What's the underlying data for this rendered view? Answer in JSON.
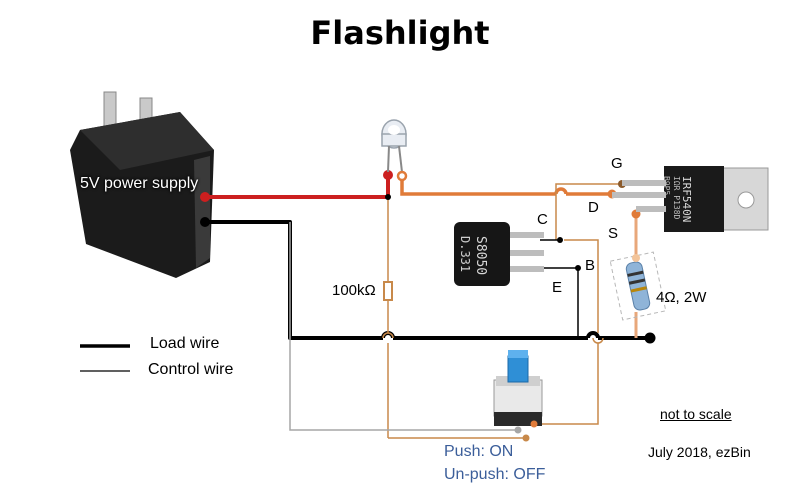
{
  "title": "Flashlight",
  "labels": {
    "power_supply": "5V power supply",
    "resistor_100k": "100kΩ",
    "resistor_4": "4Ω, 2W",
    "mosfet_g": "G",
    "mosfet_d": "D",
    "mosfet_s": "S",
    "mosfet_marking_1": "IRF540N",
    "mosfet_marking_2": "IΩR P138D",
    "mosfet_marking_3": "B9P5",
    "transistor_c": "C",
    "transistor_b": "B",
    "transistor_e": "E",
    "transistor_marking_1": "S8050",
    "transistor_marking_2": "D.331",
    "push_on": "Push: ON",
    "unpush_off": "Un-push: OFF",
    "not_to_scale": "not to scale",
    "credit": "July 2018, ezBin"
  },
  "legend": {
    "load_wire": "Load wire",
    "control_wire": "Control wire"
  },
  "colors": {
    "load_wire": "#000000",
    "positive_wire": "#cc1f1f",
    "led_wire": "#e07b39",
    "control_wire_gray": "#a6a6a6",
    "control_wire_brown": "#c8894a",
    "resistor_gray": "#b7b7b7",
    "push_button_cap": "#2f8fd6",
    "label_blue": "#3b5e9a"
  }
}
